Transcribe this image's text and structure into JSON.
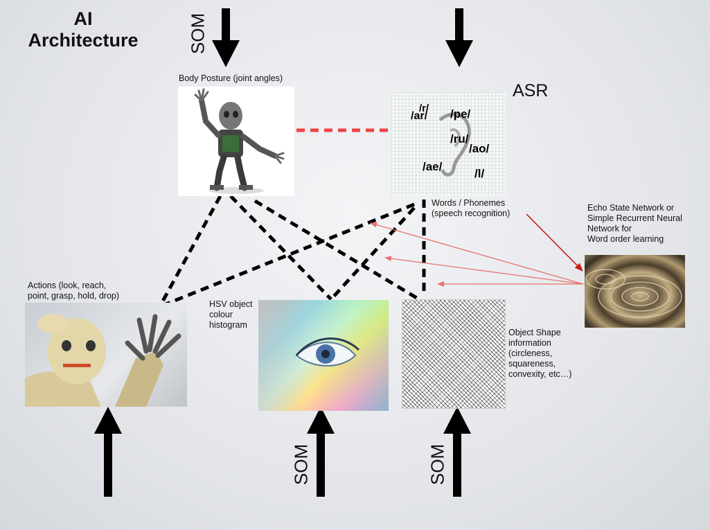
{
  "title": {
    "line1": "AI",
    "line2": "Architecture"
  },
  "labels": {
    "body_posture": "Body Posture (joint angles)",
    "asr": "ASR",
    "words_line1": "Words / Phonemes",
    "words_line2": "(speech recognition)",
    "esn_line1": "Echo State Network or",
    "esn_line2": "Simple Recurrent Neural",
    "esn_line3": "Network for",
    "esn_line4": "Word order learning",
    "actions_line1": "Actions (look, reach,",
    "actions_line2": "point, grasp, hold, drop)",
    "hsv_line1": "HSV object",
    "hsv_line2": "colour",
    "hsv_line3": "histogram",
    "shape_line1": "Object Shape",
    "shape_line2": "information",
    "shape_line3": "(circleness,",
    "shape_line4": "squareness,",
    "shape_line5": "convexity, etc…)",
    "som": "SOM"
  },
  "phonemes": [
    "/r/",
    "/ar/",
    "/pe/",
    "/ru/",
    "/ao/",
    "/ae/",
    "/l/"
  ],
  "colors": {
    "dashed_red": "#ee4444",
    "arrow_red": "#e8706f",
    "arrow_dark_red": "#cc1a1a",
    "black": "#000000"
  }
}
